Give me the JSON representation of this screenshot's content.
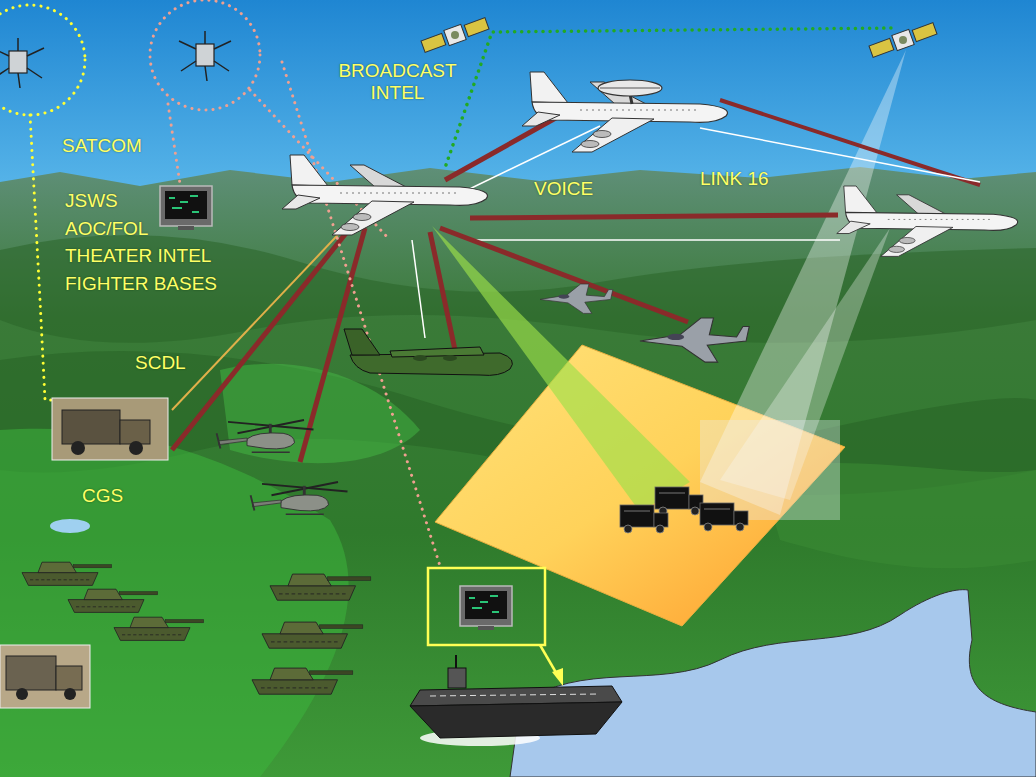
{
  "diagram": {
    "labels": [
      "SATCOM",
      "BROADCAST INTEL",
      "VOICE",
      "LINK 16",
      "JSWS",
      "AOC/FOL",
      "THEATER INTEL",
      "FIGHTER BASES",
      "SCDL",
      "CGS"
    ]
  }
}
